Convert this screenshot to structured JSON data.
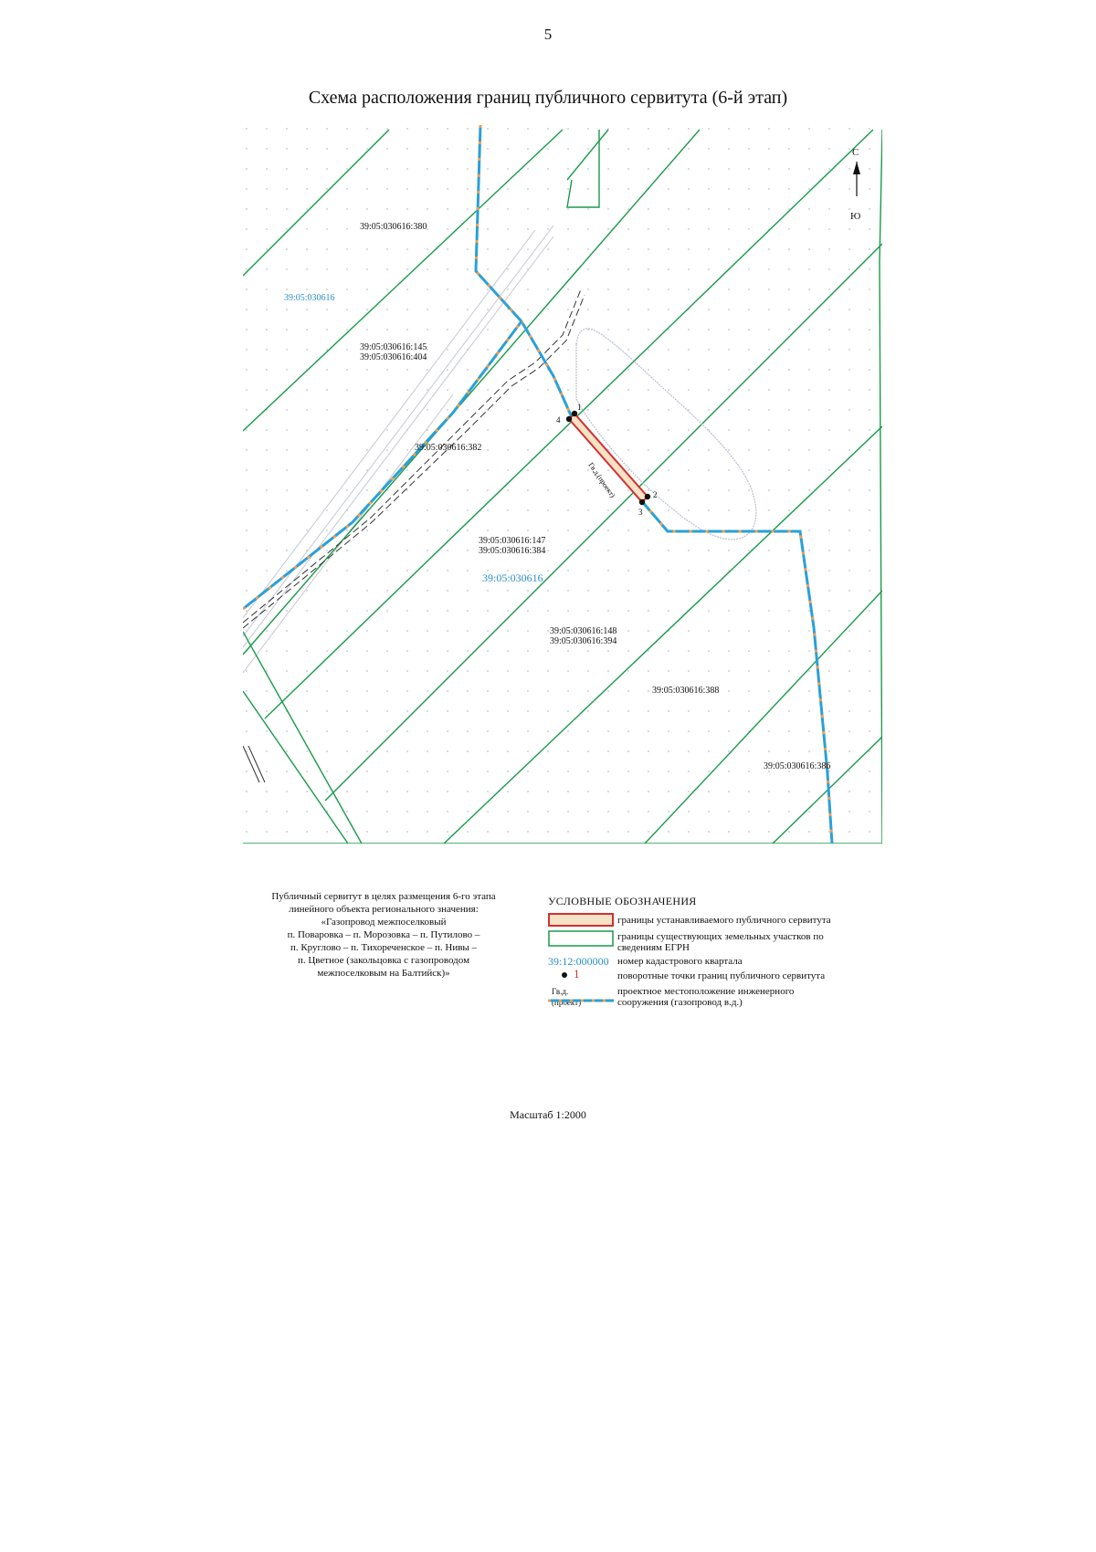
{
  "page_number": "5",
  "title": "Схема расположения границ публичного сервитута (6-й этап)",
  "compass": {
    "north": "С",
    "south": "Ю"
  },
  "map": {
    "parcels": [
      "39:05:030616:380",
      "39:05:030616:145",
      "39:05:030616:404",
      "39:05:030616:382",
      "39:05:030616:147",
      "39:05:030616:384",
      "39:05:030616:148",
      "39:05:030616:394",
      "39:05:030616:388",
      "39:05:030616:386"
    ],
    "quarters": [
      "39:05:030616",
      "39:05:030616"
    ],
    "points": [
      "4",
      "1",
      "2",
      "3"
    ],
    "pipe_label": "Гв.д.(проект)"
  },
  "description": {
    "lines": [
      "Публичный сервитут в целях размещения 6-го этапа",
      "линейного объекта регионального значения:",
      "«Газопровод межпоселковый",
      "п. Поваровка – п. Морозовка – п. Путилово –",
      "п. Круглово – п. Тихореченское – п. Нивы –",
      "п. Цветное (закольцовка с газопроводом",
      "межпоселковым на Балтийск)»"
    ]
  },
  "legend": {
    "title": "УСЛОВНЫЕ ОБОЗНАЧЕНИЯ",
    "items": [
      {
        "text": "границы устанавливаемого публичного сервитута"
      },
      {
        "text": "границы существующих земельных участков по сведениям ЕГРН"
      },
      {
        "symbol": "39:12:000000",
        "text": "номер кадастрового квартала"
      },
      {
        "symbol": "1",
        "text": "поворотные точки границ публичного сервитута"
      },
      {
        "symbol": "Гв.д.(проект)",
        "text": "проектное местоположение инженерного сооружения (газопровод в.д.)"
      }
    ]
  },
  "scale": "Масштаб 1:2000",
  "colors": {
    "parcel": "#1a9a4a",
    "pipe": "#2aa0d8",
    "pipe_dash": "#f0a050",
    "servitude": "#d23030",
    "quarter_text": "#2a8fc7"
  }
}
